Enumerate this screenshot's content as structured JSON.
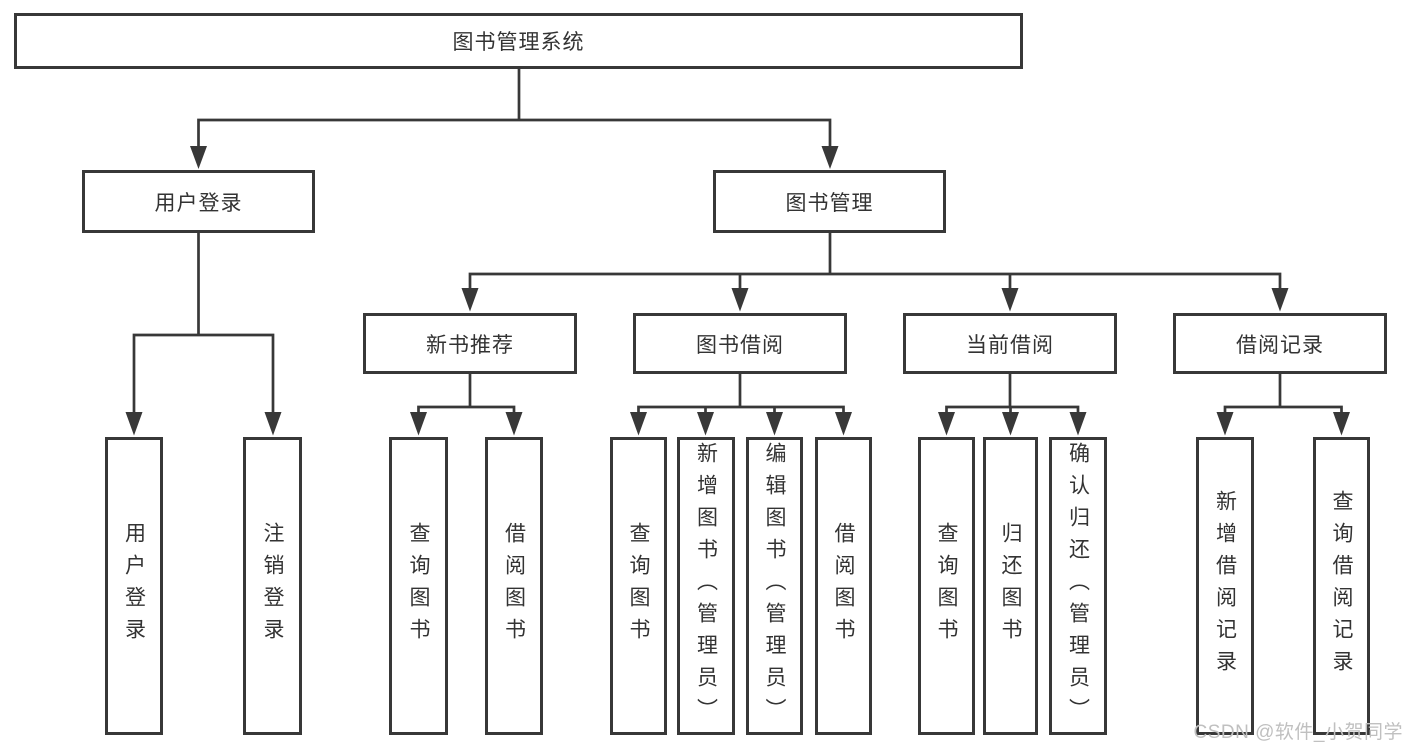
{
  "tree": {
    "root": {
      "label": "图书管理系统"
    },
    "branches": [
      {
        "label": "用户登录",
        "children": [
          {
            "label": "用户登录"
          },
          {
            "label": "注销登录"
          }
        ]
      },
      {
        "label": "图书管理",
        "children": [
          {
            "label": "新书推荐",
            "children": [
              {
                "label": "查询图书"
              },
              {
                "label": "借阅图书"
              }
            ]
          },
          {
            "label": "图书借阅",
            "children": [
              {
                "label": "查询图书"
              },
              {
                "label": "新增图书（管理员）"
              },
              {
                "label": "编辑图书（管理员）"
              },
              {
                "label": "借阅图书"
              }
            ]
          },
          {
            "label": "当前借阅",
            "children": [
              {
                "label": "查询图书"
              },
              {
                "label": "归还图书"
              },
              {
                "label": "确认归还（管理员）"
              }
            ]
          },
          {
            "label": "借阅记录",
            "children": [
              {
                "label": "新增借阅记录"
              },
              {
                "label": "查询借阅记录"
              }
            ]
          }
        ]
      }
    ]
  },
  "watermark": {
    "text": "CSDN @软件_小贺同学"
  },
  "colors": {
    "line": "#383838",
    "text": "#333333",
    "background": "#ffffff",
    "watermark": "#c0c0c0"
  }
}
